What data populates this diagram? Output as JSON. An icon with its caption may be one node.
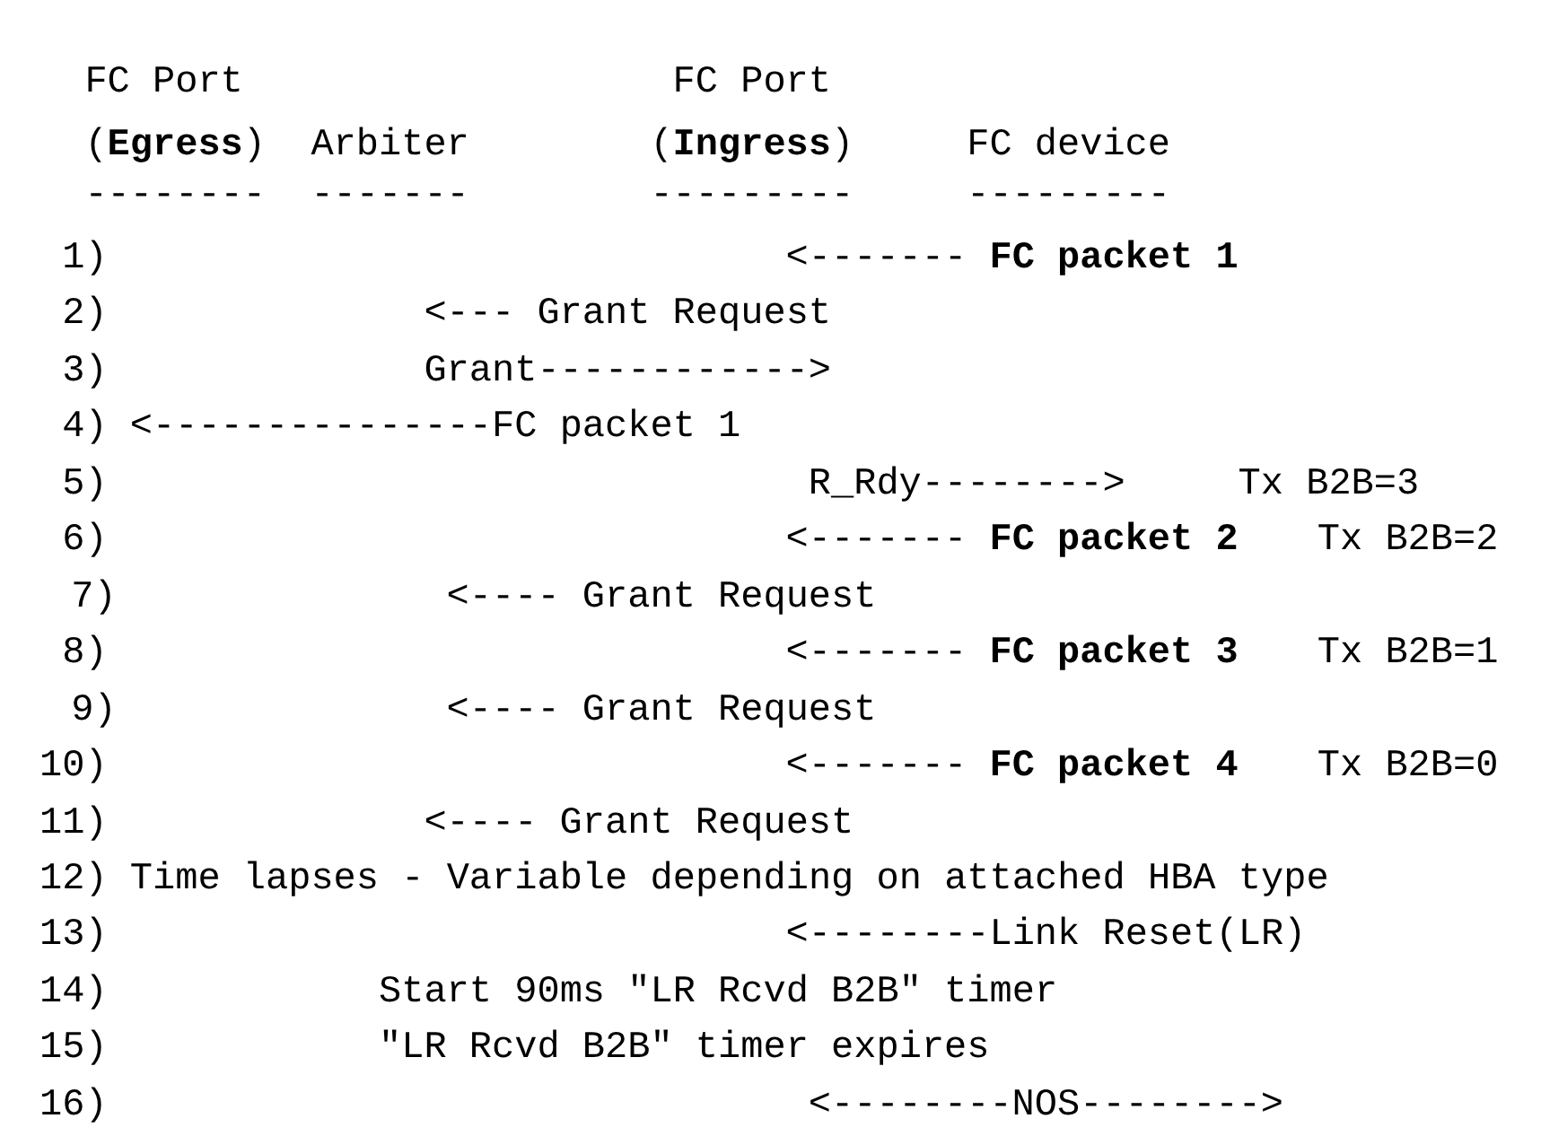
{
  "diagram": {
    "labels": [
      "FC Port",
      "FC Port",
      "(**Egress**)",
      "Arbiter",
      "(**Ingress**)",
      "FC device",
      "--------",
      "-------",
      "---------",
      "---------",
      "1)",
      "<------- **FC packet 1**",
      "2)",
      "<--- Grant Request",
      "3)",
      "Grant------------>",
      "4)",
      "<---------------FC packet 1",
      "5)",
      "R_Rdy-------->",
      "Tx B2B=3",
      "6)",
      "<------- **FC packet 2**",
      "Tx B2B=2",
      "7)",
      "<---- Grant Request",
      "8)",
      "<------- **FC packet 3**",
      "Tx B2B=1",
      "9)",
      "<---- Grant Request",
      "10)",
      "<------- **FC packet 4**",
      "Tx B2B=0",
      "11)",
      "<---- Grant Request",
      "12)",
      "Time lapses - Variable depending on attached HBA type",
      "13)",
      "<--------Link Reset(LR)",
      "14)",
      "Start 90ms \"LR Rcvd B2B\" timer",
      "15)",
      "\"LR Rcvd B2B\" timer expires",
      "16)",
      "<--------NOS-------->"
    ]
  }
}
